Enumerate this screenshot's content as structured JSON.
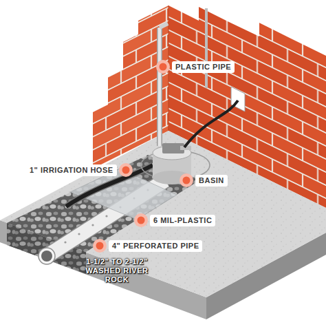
{
  "diagram": {
    "labels": [
      "PLASTIC PIPE",
      "BASIN",
      "1\" IRRIGATION HOSE",
      "6 MIL-PLASTIC",
      "4\" PERFORATED PIPE",
      "1-1/2\" TO 2-1/2\" WASHED RIVER ROCK"
    ]
  }
}
